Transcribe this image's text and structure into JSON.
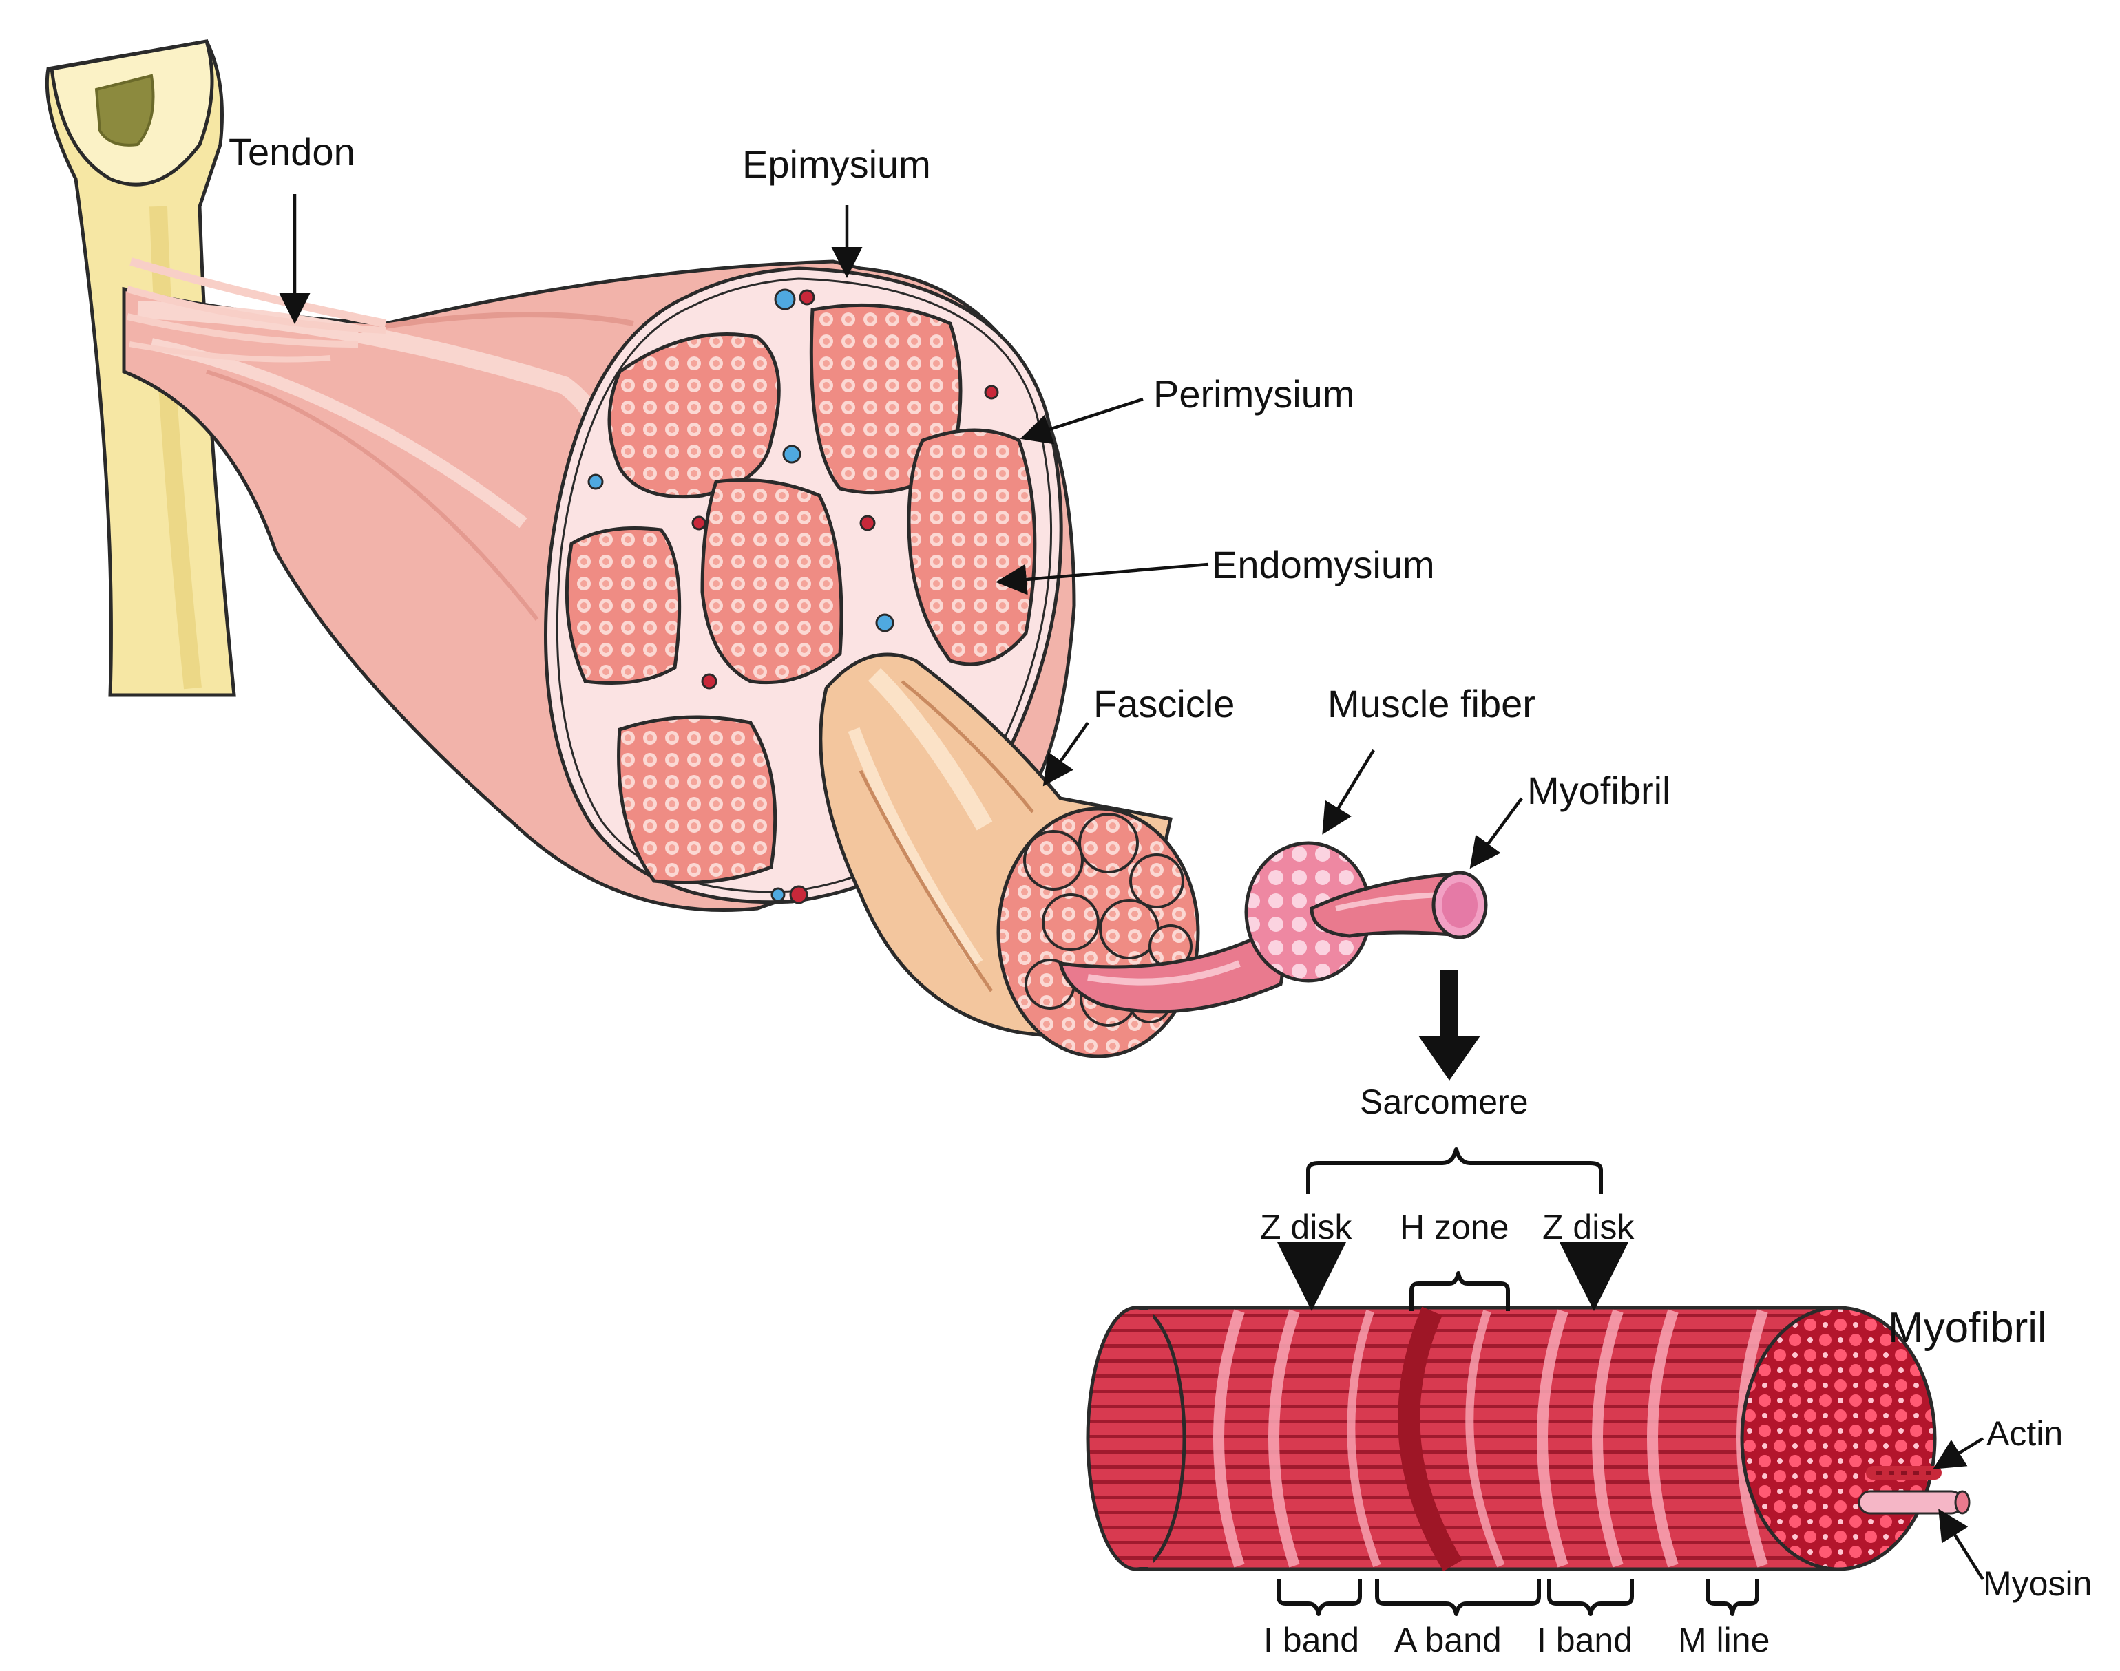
{
  "labels": {
    "tendon": "Tendon",
    "epimysium": "Epimysium",
    "perimysium": "Perimysium",
    "endomysium": "Endomysium",
    "fascicle": "Fascicle",
    "muscle_fiber": "Muscle fiber",
    "myofibril_top": "Myofibril",
    "sarcomere": "Sarcomere",
    "z_disk_left": "Z disk",
    "h_zone": "H zone",
    "z_disk_right": "Z disk",
    "myofibril_detail": "Myofibril",
    "actin": "Actin",
    "myosin": "Myosin",
    "i_band_left": "I band",
    "a_band": "A band",
    "i_band_right": "I band",
    "m_line": "M line"
  },
  "colors": {
    "bone": "#f6e7a4",
    "bone_marrow": "#8c8a3e",
    "muscle": "#f2b3aa",
    "muscle_light": "#fbd9d2",
    "fascicle_fill": "#ef8f86",
    "fascicle_tan": "#f3c69e",
    "fiber_pink": "#e97a8e",
    "myofibril_red": "#d93a4e",
    "myofibril_dark": "#9e1626",
    "vessel_blue": "#4fa9e0",
    "vessel_red": "#c8283a"
  }
}
